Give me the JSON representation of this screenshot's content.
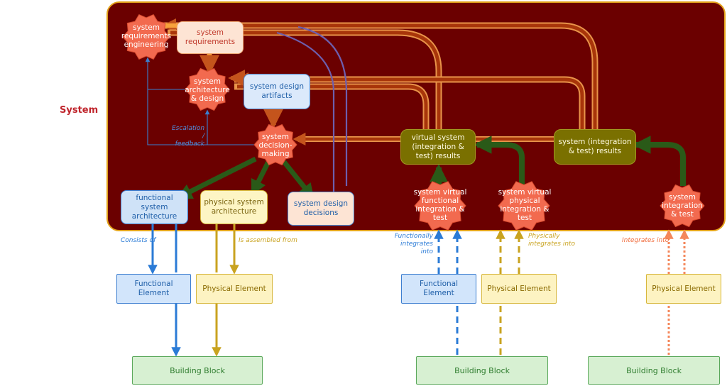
{
  "system_label": "System",
  "colors": {
    "system_fill": "#6b0000",
    "system_border": "#e3a21a",
    "gear": "#f26a4f",
    "orange_flow": "#b4410c",
    "green_flow": "#2a5a18",
    "blue_flow": "#2b7bd6",
    "gold_flow": "#c9a320"
  },
  "gears": {
    "req_eng": "system requirements engineering",
    "arch_design": "system architecture & design",
    "decision": "system decision-making",
    "virt_func": "system virtual functional integration & test",
    "virt_phys": "system virtual physical integration & test",
    "integration": "system integration & test"
  },
  "boxes": {
    "requirements": "system requirements",
    "artifacts": "system design artifacts",
    "decisions": "system design decisions",
    "func_arch": "functional system architecture",
    "phys_arch": "physical system architecture",
    "virt_results": "virtual system (integration & test) results",
    "int_results": "system (integration & test) results"
  },
  "elements": {
    "functional_1": "Functional Element",
    "physical_1": "Physical Element",
    "functional_2": "Functional Element",
    "physical_2": "Physical Element",
    "physical_3": "Physical Element",
    "bb_1": "Building Block",
    "bb_2": "Building Block",
    "bb_3": "Building Block"
  },
  "labels": {
    "escalation": "Escalation / feedback",
    "consists_of": "Consists of",
    "assembled_from": "Is assembled from",
    "func_integrates": "Functionally integrates into",
    "phys_integrates": "Physically integrates into",
    "integrates_into": "Integrates into"
  }
}
